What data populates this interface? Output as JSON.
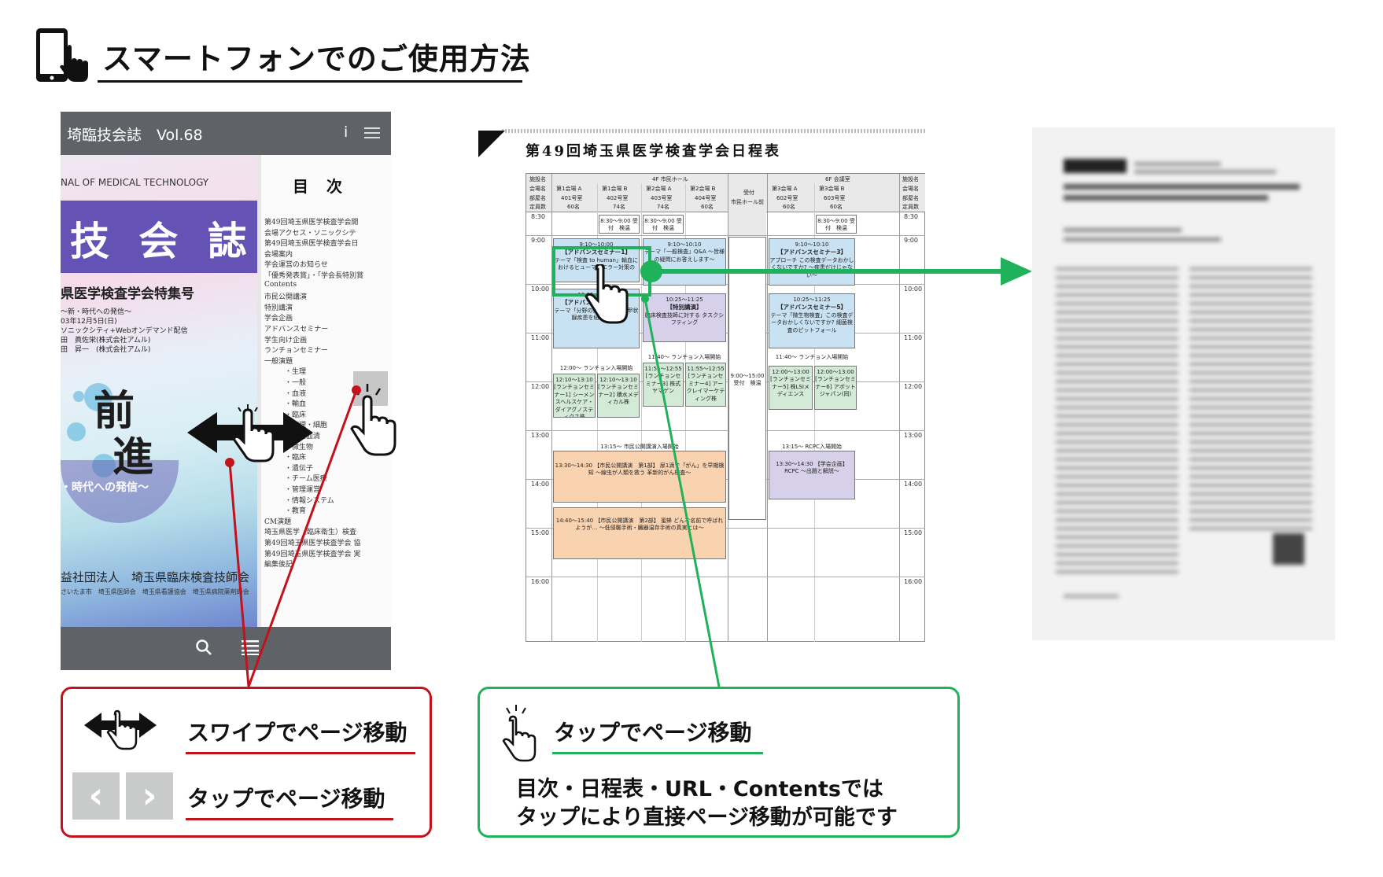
{
  "header": {
    "title": "スマートフォンでのご使用方法",
    "icon": "smartphone-touch-icon"
  },
  "phone": {
    "app_title": "埼臨技会誌　Vol.68",
    "info_label": "i",
    "cover": {
      "journal": "NAL OF MEDICAL TECHNOLOGY",
      "band_title": "技 会 誌",
      "subtitle": "県医学検査学会特集号",
      "lines": [
        "〜新・時代への発信〜",
        "03年12月5日(日)",
        "ソニックシティ+Webオンデマンド配信",
        "田　眞佐栄(株式会社アムル)",
        "田　昇一　(株式会社アムル)"
      ],
      "big_1": "前",
      "big_2": "進",
      "hint": "・時代への発信〜",
      "org": "益社団法人　埼玉県臨床検査技師会",
      "orgs": "さいたま市　埼玉県医師会　埼玉県看護協会　埼玉県病院薬剤師会"
    },
    "toc": {
      "heading": "目 次",
      "items": [
        "第49回埼玉県医学検査学会開",
        "会場アクセス・ソニックシテ",
        "第49回埼玉県医学検査学会日",
        "会場案内",
        "学会運営のお知らせ",
        "「優秀発表賞」・「学会長特別賞",
        "Contents",
        "市民公開講演",
        "特別講演",
        "学会企画",
        "アドバンスセミナー",
        "学生向け企画",
        "ランチョンセミナー",
        "一般演題",
        "・生理",
        "・一般",
        "・血液",
        "・輸血",
        "・臨床",
        "・病理・細胞",
        "・免疫血清",
        "・微生物",
        "・臨床",
        "・遺伝子",
        "・チーム医療",
        "・管理運営",
        "・情報システム",
        "・教育",
        "CM演題",
        "埼玉県医学（臨床衛生）検査",
        "第49回埼玉県医学検査学会 協",
        "第49回埼玉県医学検査学会 実",
        "編集後記"
      ]
    }
  },
  "schedule": {
    "title": "第49回埼玉県医学検査学会日程表",
    "floors": [
      "4F 市民ホール",
      "6F 会議室"
    ],
    "row_labels": [
      "施設名",
      "会場名",
      "部屋名",
      "定員数"
    ],
    "rooms": [
      {
        "hall": "第1会場 A",
        "room": "401号室",
        "cap": "60名"
      },
      {
        "hall": "第1会場 B",
        "room": "402号室",
        "cap": "74名"
      },
      {
        "hall": "第2会場 A",
        "room": "403号室",
        "cap": "74名"
      },
      {
        "hall": "第2会場 B",
        "room": "404号室",
        "cap": "60名"
      },
      {
        "hall": "受付",
        "room": "市民ホール前",
        "cap": ""
      },
      {
        "hall": "第3会場 A",
        "room": "602号室",
        "cap": "60名"
      },
      {
        "hall": "第3会場 B",
        "room": "603号室",
        "cap": "60名"
      }
    ],
    "times": [
      "8:30",
      "9:00",
      "10:00",
      "11:00",
      "12:00",
      "13:00",
      "14:00",
      "15:00",
      "16:00"
    ],
    "events": {
      "reg1": "8:30〜9:00 受付　検温",
      "reg2": "8:30〜9:00 受付　検温",
      "reg3": "8:30〜9:00 受付　検温",
      "adv1_time": "9:10〜10:00",
      "adv1_title": "【アドバンスセミナー1】",
      "adv1_body": "テーマ「検査 to human」輸血におけるヒューマンエラー対策の",
      "qa_time": "9:10〜10:10",
      "qa_body": "テーマ「一般検査」Q&A 〜皆様の疑問にお答えします〜",
      "adv3_time": "9:10〜10:10",
      "adv3_title": "【アドバンスセミナー3】",
      "adv3_body": "アプローチ この検査データおかしくないですか? 〜疾患だけじゃない〜",
      "adv4_time": "10:15〜11:25",
      "adv4_title": "【アドバンスセミナー4】",
      "adv4_body": "テーマ「分野の壁をこえて 〜甲状腺疾患を紐解く〜」",
      "sp_time": "10:25〜11:25",
      "sp_title": "【特別講演】",
      "sp_body": "臨床検査技師に対する タスクシフティング",
      "adv5_time": "10:25〜11:25",
      "adv5_title": "【アドバンスセミナー5】",
      "adv5_body": "テーマ「微生物検査」この検査データおかしくないですか? 細菌検査のピットフォール",
      "lunch_in1": "11:40〜 ランチョン入場開始",
      "lunch_in2": "11:40〜 ランチョン入場開始",
      "lunch_in3": "12:00〜 ランチョン入場開始",
      "reg_main": "9:00〜15:00 受付　検温",
      "ls1": "12:10〜13:10 [ランチョンセミナー1] シーメンスヘルスケア・ダイアグノスティクス株",
      "ls2": "12:10〜13:10 [ランチョンセミナー2] 積水メディカル株",
      "ls3": "11:55〜12:55 [ランチョンセミナー3] 株式ヤマゲン",
      "ls4": "11:55〜12:55 [ランチョンセミナー4] アークレイマーケティング株",
      "ls5": "12:00〜13:00 [ランチョンセミナー5] 株LSIメディエンス",
      "ls6": "12:00〜13:00 [ランチョンセミナー6] アボットジャパン(同)",
      "pub_in": "13:15〜 市民公開講演入場開始",
      "rcpc_in": "13:15〜 RCPC入場開始",
      "pub1": "13:30〜14:30 【市民公開講演　第1部】 尿1滴で「がん」を早期検知 〜線虫が人類を救う 革新的がん検査〜",
      "rcpc": "13:30〜14:30 【学会企画】 RCPC 〜出題と解説〜",
      "pub2": "14:40〜15:40 【市民公開講演　第2部】 蜜蜂 どんな名前で呼ばれようが… 〜低侵襲手術・臓器温存手術の真実とは〜"
    }
  },
  "info": {
    "swipe_label": "スワイプでページ移動",
    "tap_label_red": "タップでページ移動",
    "tap_label_green": "タップでページ移動",
    "desc_line1": "目次・日程表・URL・Contentsでは",
    "desc_line2": "タップにより直接ページ移動が可能です",
    "prev_glyph": "‹",
    "next_glyph": "›"
  },
  "colors": {
    "red": "#c2121c",
    "green": "#1fb25a",
    "toolbar": "#5f6367"
  }
}
